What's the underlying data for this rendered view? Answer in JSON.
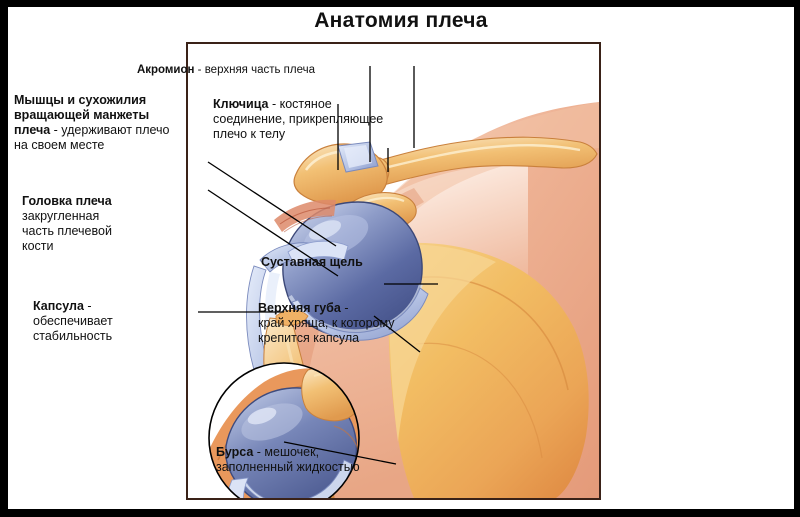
{
  "page": {
    "title": "Анатомия плеча",
    "outer_border_color": "#000000",
    "sheet_color": "#ffffff",
    "frame_border_color": "#3a2218"
  },
  "palette": {
    "skin_light": "#f6d6c4",
    "skin": "#eeb396",
    "skin_shadow": "#e09a78",
    "bone_yellow": "#f3c46a",
    "bone_orange": "#e8974b",
    "bone_light": "#f7e3bd",
    "cartilage_blue": "#7f8fc0",
    "cartilage_blue_dark": "#4a5891",
    "cartilage_light": "#ccd7ee",
    "line": "#000000",
    "text": "#111111"
  },
  "labels": [
    {
      "id": "acromion",
      "name": "Акромион",
      "title": "Акромион",
      "dash": " - ",
      "desc": "верхняя часть плеча",
      "inline": true
    },
    {
      "id": "rotator-cuff",
      "name": "Мышцы и сухожилия вращающей манжеты плеча",
      "title_line1": "Мышцы и сухожилия",
      "title_line2": "вращающей манжеты",
      "title_line3": "плеча",
      "dash": " - ",
      "desc_line1": "удерживают плечо",
      "desc_line2": "на своем месте"
    },
    {
      "id": "clavicle",
      "name": "Ключица",
      "title": "Ключица",
      "dash": " - ",
      "desc_line1": "костяное",
      "desc_line2": "соединение, прикрепляющее",
      "desc_line3": "плечо к телу"
    },
    {
      "id": "humeral-head",
      "name": "Головка плеча",
      "title": "Головка плеча",
      "desc_line1": "закругленная",
      "desc_line2": "часть плечевой",
      "desc_line3": "кости"
    },
    {
      "id": "capsule",
      "name": "Капсула",
      "title": "Капсула",
      "dash": " -",
      "desc_line1": "обеспечивает",
      "desc_line2": "стабильность"
    },
    {
      "id": "joint-space",
      "name": "Суставная щель",
      "title": "Суставная щель"
    },
    {
      "id": "labrum",
      "name": "Верхняя губа",
      "title": "Верхняя губа",
      "dash": " -",
      "desc_line1": "край хряща, к которому",
      "desc_line2": "крепится капсула"
    },
    {
      "id": "bursa",
      "name": "Бурса",
      "title": "Бурса",
      "dash": " - ",
      "desc_line1": "мешочек,",
      "desc_line2": "заполненный жидкостью"
    }
  ]
}
